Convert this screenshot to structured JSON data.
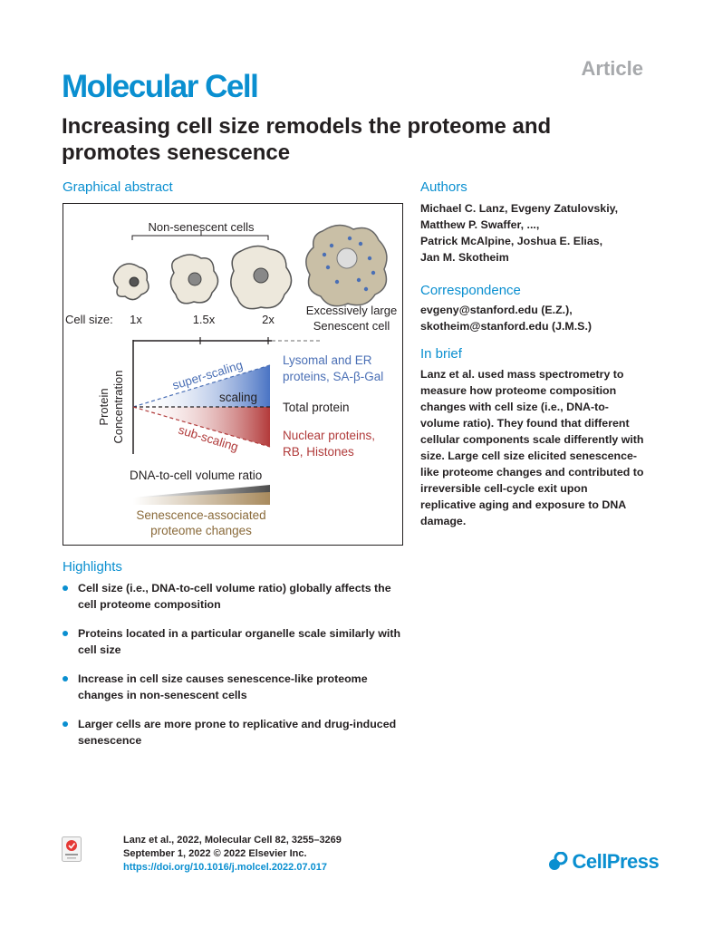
{
  "header": {
    "journal": "Molecular Cell",
    "article_type": "Article",
    "title": "Increasing cell size remodels the proteome and promotes senescence"
  },
  "graphical_abstract": {
    "heading": "Graphical abstract",
    "non_senescent_label": "Non-senescent cells",
    "large_cell_label_1": "Excessively large",
    "large_cell_label_2": "Senescent cell",
    "cell_size_label": "Cell size:",
    "size_1": "1x",
    "size_2": "1.5x",
    "size_3": "2x",
    "y_axis_1": "Protein",
    "y_axis_2": "Concentration",
    "super_scaling": "super-scaling",
    "scaling": "scaling",
    "sub_scaling": "sub-scaling",
    "lysosomal_1": "Lysomal and ER",
    "lysosomal_2": "proteins, SA-β-Gal",
    "total_protein": "Total protein",
    "nuclear_1": "Nuclear proteins,",
    "nuclear_2": "RB, Histones",
    "dna_ratio": "DNA-to-cell volume ratio",
    "senescence_1": "Senescence-associated",
    "senescence_2": "proteome changes"
  },
  "highlights": {
    "heading": "Highlights",
    "items": [
      "Cell size (i.e., DNA-to-cell volume ratio) globally affects the cell proteome composition",
      "Proteins located in a particular organelle scale similarly with cell size",
      "Increase in cell size causes senescence-like proteome changes in non-senescent cells",
      "Larger cells are more prone to replicative and drug-induced senescence"
    ]
  },
  "authors": {
    "heading": "Authors",
    "line_1": "Michael C. Lanz, Evgeny Zatulovskiy,",
    "line_2": "Matthew P. Swaffer, ...,",
    "line_3": "Patrick McAlpine, Joshua E. Elias,",
    "line_4": "Jan M. Skotheim"
  },
  "correspondence": {
    "heading": "Correspondence",
    "email_1": "evgeny@stanford.edu (E.Z.),",
    "email_2": "skotheim@stanford.edu (J.M.S.)"
  },
  "in_brief": {
    "heading": "In brief",
    "lines": [
      "Lanz et al. used mass spectrometry to",
      "measure how proteome composition",
      "changes with cell size (i.e., DNA-to-",
      "volume ratio). They found that different",
      "cellular components scale differently with",
      "size. Large cell size elicited senescence-",
      "like proteome changes and contributed to",
      "irreversible cell-cycle exit upon",
      "replicative aging and exposure to DNA",
      "damage."
    ]
  },
  "footer": {
    "citation": "Lanz et al., 2022, Molecular Cell 82, 3255–3269",
    "date": "September 1, 2022 © 2022 Elsevier Inc.",
    "doi": "https://doi.org/10.1016/j.molcel.2022.07.017",
    "publisher": "CellPress"
  },
  "colors": {
    "accent": "#0a8fd0",
    "super_scaling": "#4a6fb5",
    "sub_scaling": "#b03a3a",
    "gray_label": "#a7a9ac"
  }
}
